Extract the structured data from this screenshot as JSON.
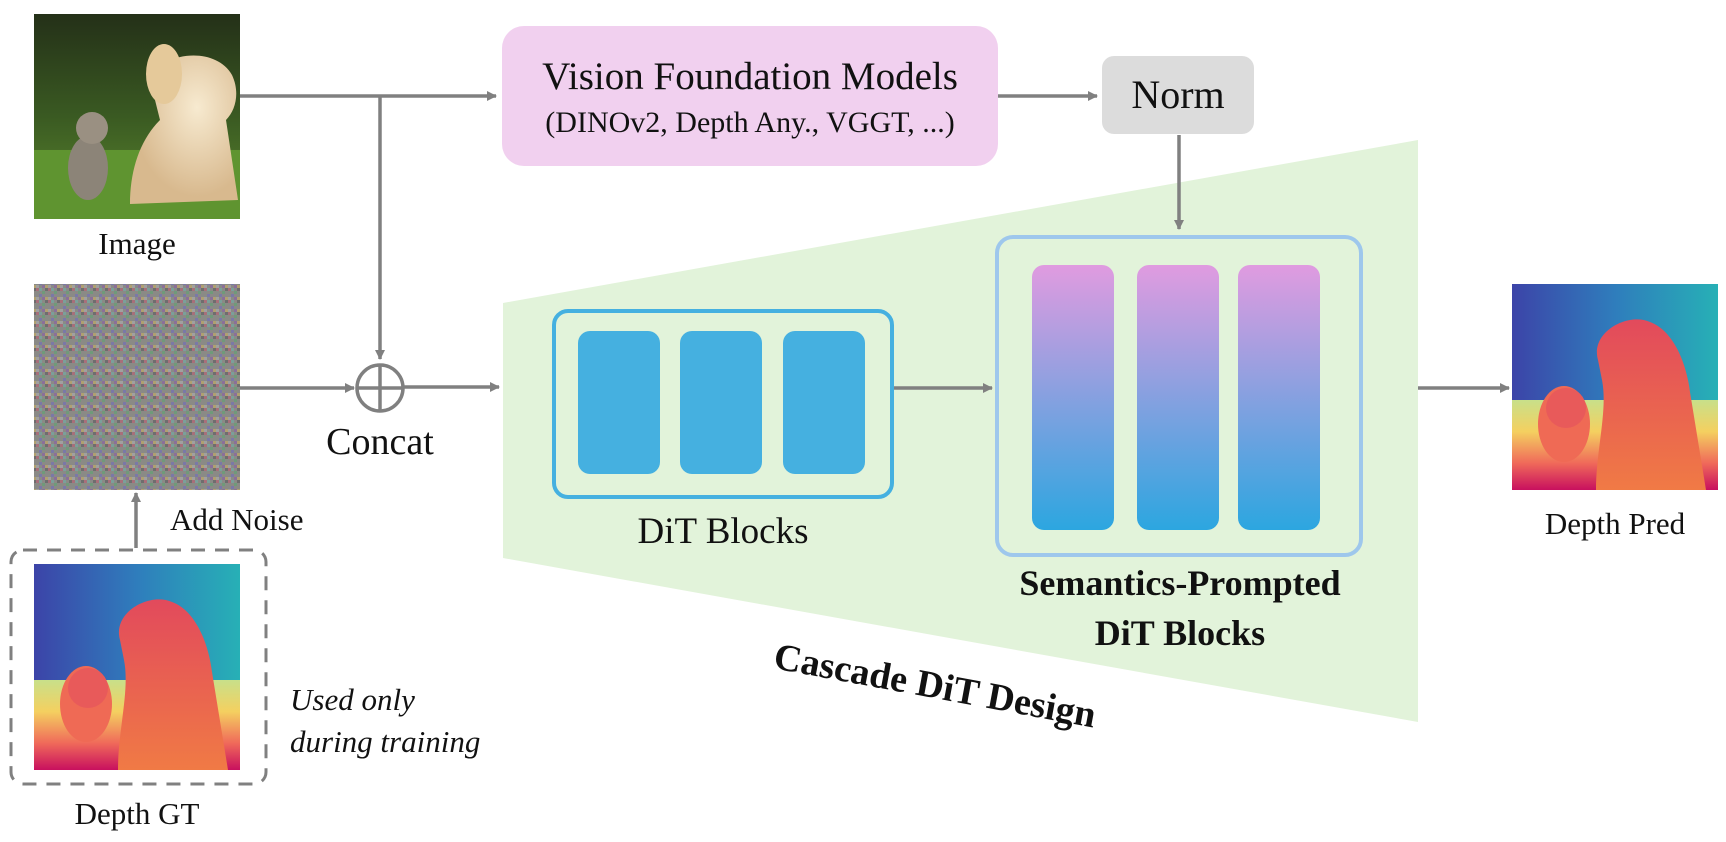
{
  "inputs": {
    "image_label": "Image",
    "add_noise_label": "Add Noise",
    "depth_gt_label": "Depth GT",
    "training_note_line1": "Used only",
    "training_note_line2": "during training"
  },
  "concat_label": "Concat",
  "vision_foundation": {
    "title": "Vision Foundation Models",
    "subtitle": "(DINOv2, Depth Any., VGGT, ...)"
  },
  "norm_label": "Norm",
  "dit_blocks_label": "DiT Blocks",
  "semantic_blocks_label_line1": "Semantics-Prompted",
  "semantic_blocks_label_line2": "DiT Blocks",
  "cascade_label": "Cascade DiT Design",
  "output_label": "Depth Pred",
  "colors": {
    "arrow": "#808080",
    "trapezoid": "#e2f3da",
    "dit_block": "#45b0e0",
    "semantic_top": "#e09be0",
    "semantic_bottom": "#2ca6e0",
    "vfm_box": "#f1d0ef",
    "norm_box": "#dcdcdc"
  }
}
